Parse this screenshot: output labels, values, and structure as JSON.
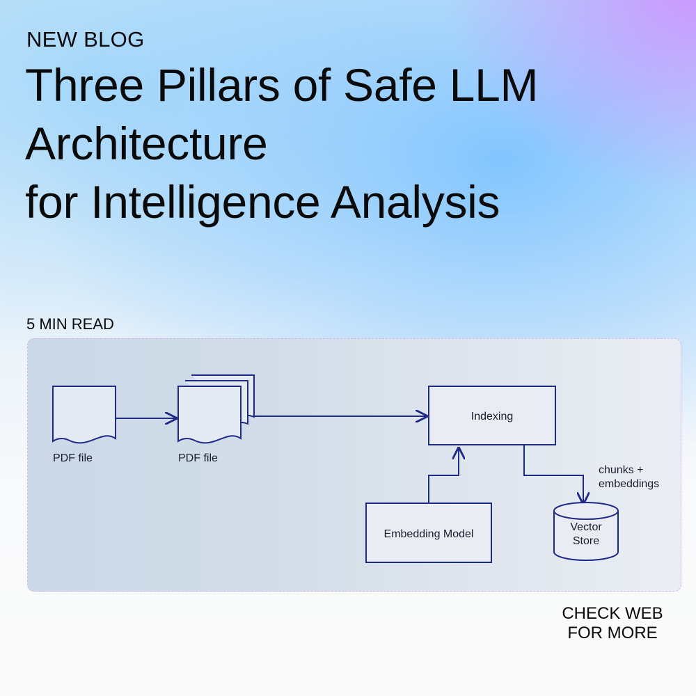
{
  "header": {
    "kicker": "NEW BLOG",
    "title_lines": [
      "Three Pillars of Safe LLM",
      "Architecture",
      "for Intelligence Analysis"
    ]
  },
  "read_time": "5 MIN READ",
  "diagram": {
    "pdf_file_label": "PDF file",
    "pdf_files_label": "PDF file",
    "indexing_label": "Indexing",
    "embedding_model_label": "Embedding Model",
    "vector_store_lines": [
      "Vector",
      "Store"
    ],
    "edge_label_lines": [
      "chunks +",
      "embeddings"
    ],
    "stroke_color": "#1f2a85"
  },
  "cta_lines": [
    "CHECK WEB",
    "FOR MORE"
  ]
}
